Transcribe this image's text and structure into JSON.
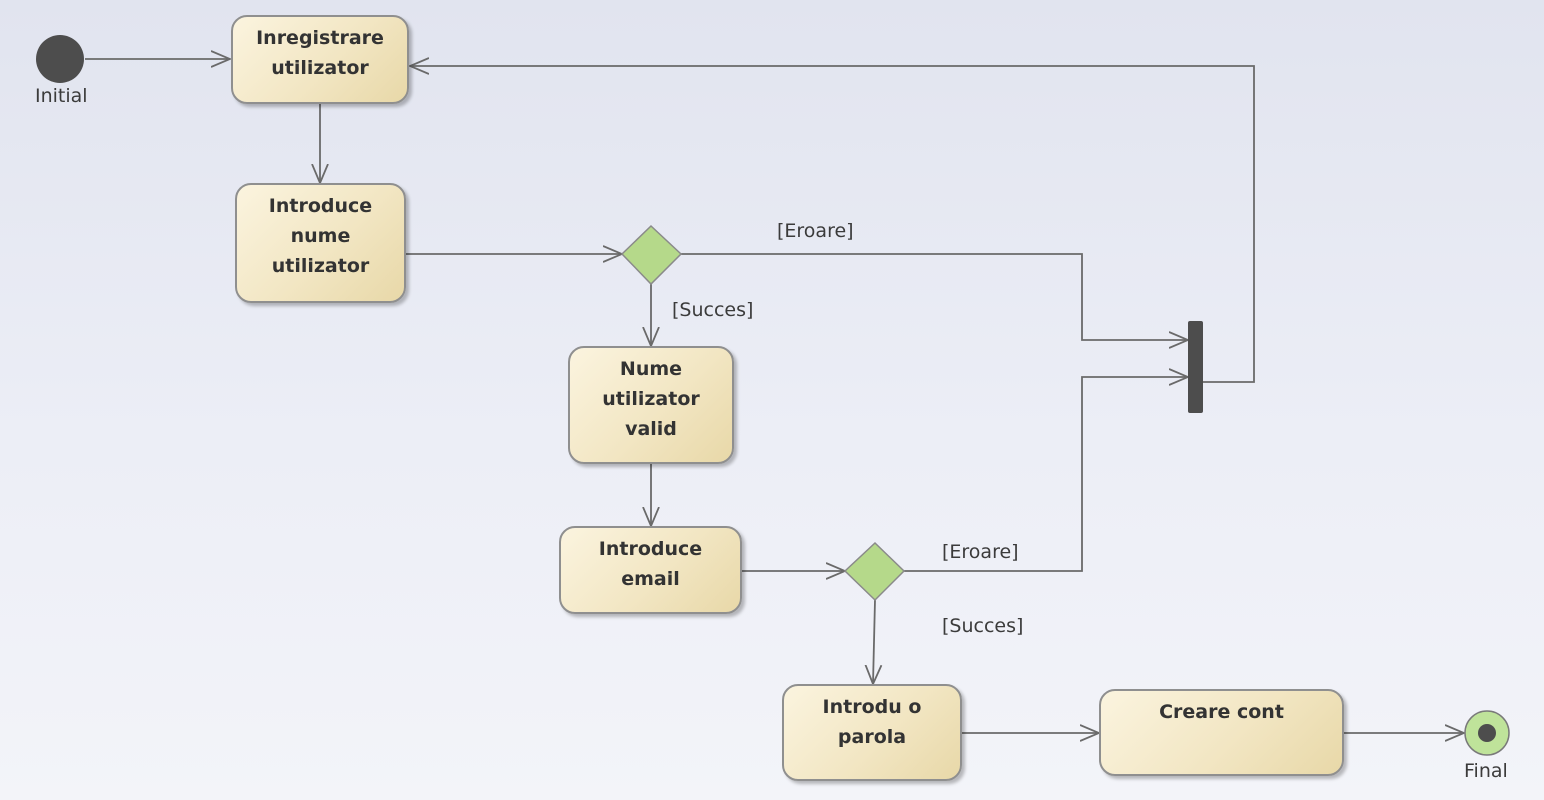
{
  "diagram": {
    "start": {
      "label": "Initial"
    },
    "end": {
      "label": "Final"
    },
    "activities": {
      "inregistrare": "Inregistrare\nutilizator",
      "introduce_nume": "Introduce\nnume\nutilizator",
      "nume_valid": "Nume\nutilizator\nvalid",
      "introduce_email": "Introduce\nemail",
      "introdu_parola": "Introdu o\nparola",
      "creare_cont": "Creare cont"
    },
    "guards": {
      "eroare_1": "[Eroare]",
      "succes_1": "[Succes]",
      "eroare_2": "[Eroare]",
      "succes_2": "[Succes]"
    },
    "colors": {
      "activity_fill": "#f2e6c3",
      "decision_fill": "#b5d98a",
      "final_fill": "#bfe39a",
      "node_dark": "#4d4d4d",
      "edge": "#6a6a6a"
    }
  }
}
